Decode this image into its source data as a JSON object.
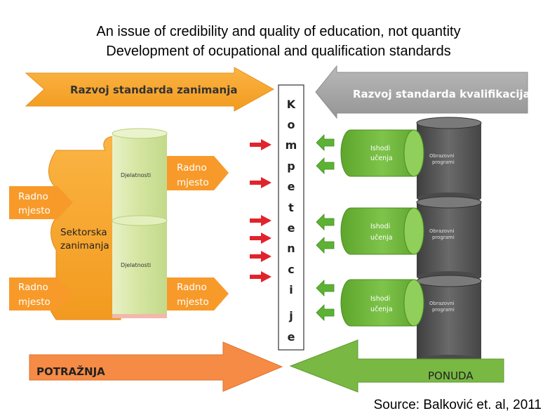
{
  "title_line1": "An issue of credibility and quality of education, not quantity",
  "title_line2": "Development of ocupational and qualification standards",
  "top_left_arrow": "Razvoj standarda zanimanja",
  "top_right_arrow": "Razvoj standarda kvalifikacija",
  "kompetencije_letters": [
    "K",
    "o",
    "m",
    "p",
    "e",
    "t",
    "e",
    "n",
    "c",
    "i",
    "j",
    "e"
  ],
  "puzzle_label_line1": "Sektorska",
  "puzzle_label_line2": "zanimanja",
  "radno_line1": "Radno",
  "radno_line2": "mjesto",
  "djelatnosti": "Djelatnosti",
  "ishodi_line1": "Ishodi",
  "ishodi_line2": "učenja",
  "obrazovni_line1": "Obrazovni",
  "obrazovni_line2": "programi",
  "bottom_left_arrow": "POTRAŽNJA",
  "bottom_right_arrow": "PONUDA",
  "source": "Source: Balković et. al, 2011",
  "colors": {
    "orange": "#f9a42b",
    "orange_dark": "#e8891a",
    "grey_arrow": "#a6a6a6",
    "light_green": "#d7e6a6",
    "green": "#71b83a",
    "dark_grey": "#555555",
    "red_arrow": "#e0242c",
    "potraznja": "#f68b45",
    "ponuda": "#78b843"
  }
}
